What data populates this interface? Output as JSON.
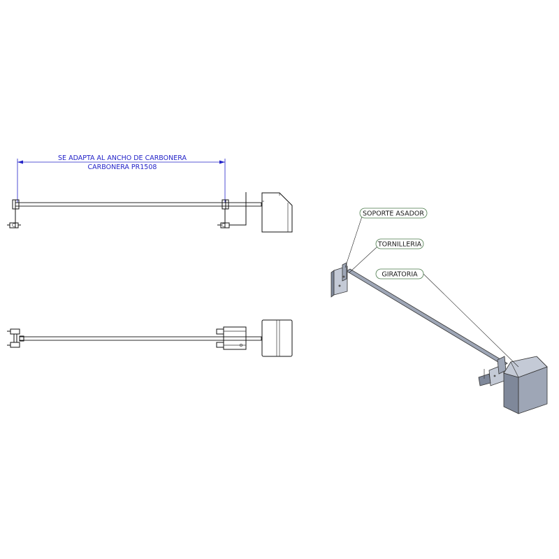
{
  "dimension": {
    "line1": "SE ADAPTA AL ANCHO DE CARBONERA",
    "line2": "CARBONERA PR1508"
  },
  "callouts": {
    "soporte": "SOPORTE ASADOR",
    "tornilleria": "TORNILLERIA",
    "giratoria": "GIRATORIA"
  },
  "colors": {
    "dimension": "#2323c8",
    "part_fill": "#9ea6b6",
    "callout_border": "#4a7a4a"
  }
}
